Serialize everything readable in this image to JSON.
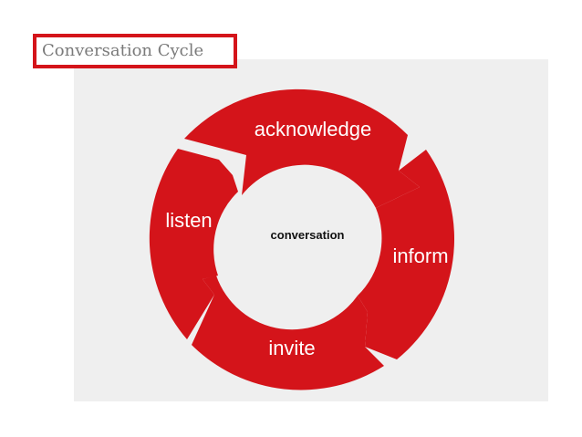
{
  "title": "Conversation Cycle",
  "diagram": {
    "center": "conversation",
    "stages": [
      {
        "label": "acknowledge"
      },
      {
        "label": "inform"
      },
      {
        "label": "invite"
      },
      {
        "label": "listen"
      }
    ]
  },
  "colors": {
    "ring": "#d4141a",
    "panel": "#efefef",
    "title_border": "#d4141a",
    "title_text": "#7a7a7a"
  }
}
